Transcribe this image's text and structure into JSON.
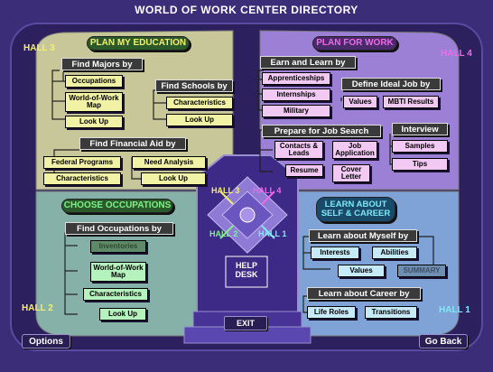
{
  "title": "WORLD OF WORK CENTER DIRECTORY",
  "halls": {
    "hall1": "HALL 1",
    "hall2": "HALL 2",
    "hall3": "HALL 3",
    "hall4": "HALL 4"
  },
  "center": {
    "hall3": "HALL 3",
    "hall4": "HALL 4",
    "hall2": "HALL 2",
    "hall1": "HALL 1",
    "help_desk": "HELP DESK",
    "exit": "EXIT"
  },
  "education": {
    "title": "PLAN MY EDUCATION",
    "find_majors": "Find Majors by",
    "occupations": "Occupations",
    "world_map": "World-of-Work Map",
    "look_up": "Look Up",
    "find_schools": "Find Schools by",
    "characteristics": "Characteristics",
    "schools_look_up": "Look Up",
    "financial_aid": "Find Financial Aid by",
    "federal": "Federal Programs",
    "need": "Need Analysis",
    "aid_characteristics": "Characteristics",
    "aid_look_up": "Look Up"
  },
  "work": {
    "title": "PLAN FOR WORK",
    "earn_learn": "Earn and Learn by",
    "apprenticeships": "Apprenticeships",
    "internships": "Internships",
    "military": "Military",
    "define_ideal": "Define Ideal Job by",
    "values": "Values",
    "mbti": "MBTI Results",
    "prepare": "Prepare for Job Search",
    "contacts": "Contacts & Leads",
    "job_app": "Job Application",
    "resume": "Resume",
    "cover": "Cover Letter",
    "interview": "Interview",
    "samples": "Samples",
    "tips": "Tips"
  },
  "occupations": {
    "title": "CHOOSE OCCUPATIONS",
    "find_occ": "Find Occupations by",
    "inventories": "Inventories",
    "world_map": "World-of-Work Map",
    "characteristics": "Characteristics",
    "look_up": "Look Up"
  },
  "self": {
    "title": "LEARN ABOUT SELF & CAREER",
    "learn_myself": "Learn about Myself by",
    "interests": "Interests",
    "abilities": "Abilities",
    "values": "Values",
    "summary": "SUMMARY",
    "learn_career": "Learn about Career by",
    "life_roles": "Life Roles",
    "transitions": "Transitions"
  },
  "nav": {
    "options": "Options",
    "go_back": "Go Back"
  }
}
